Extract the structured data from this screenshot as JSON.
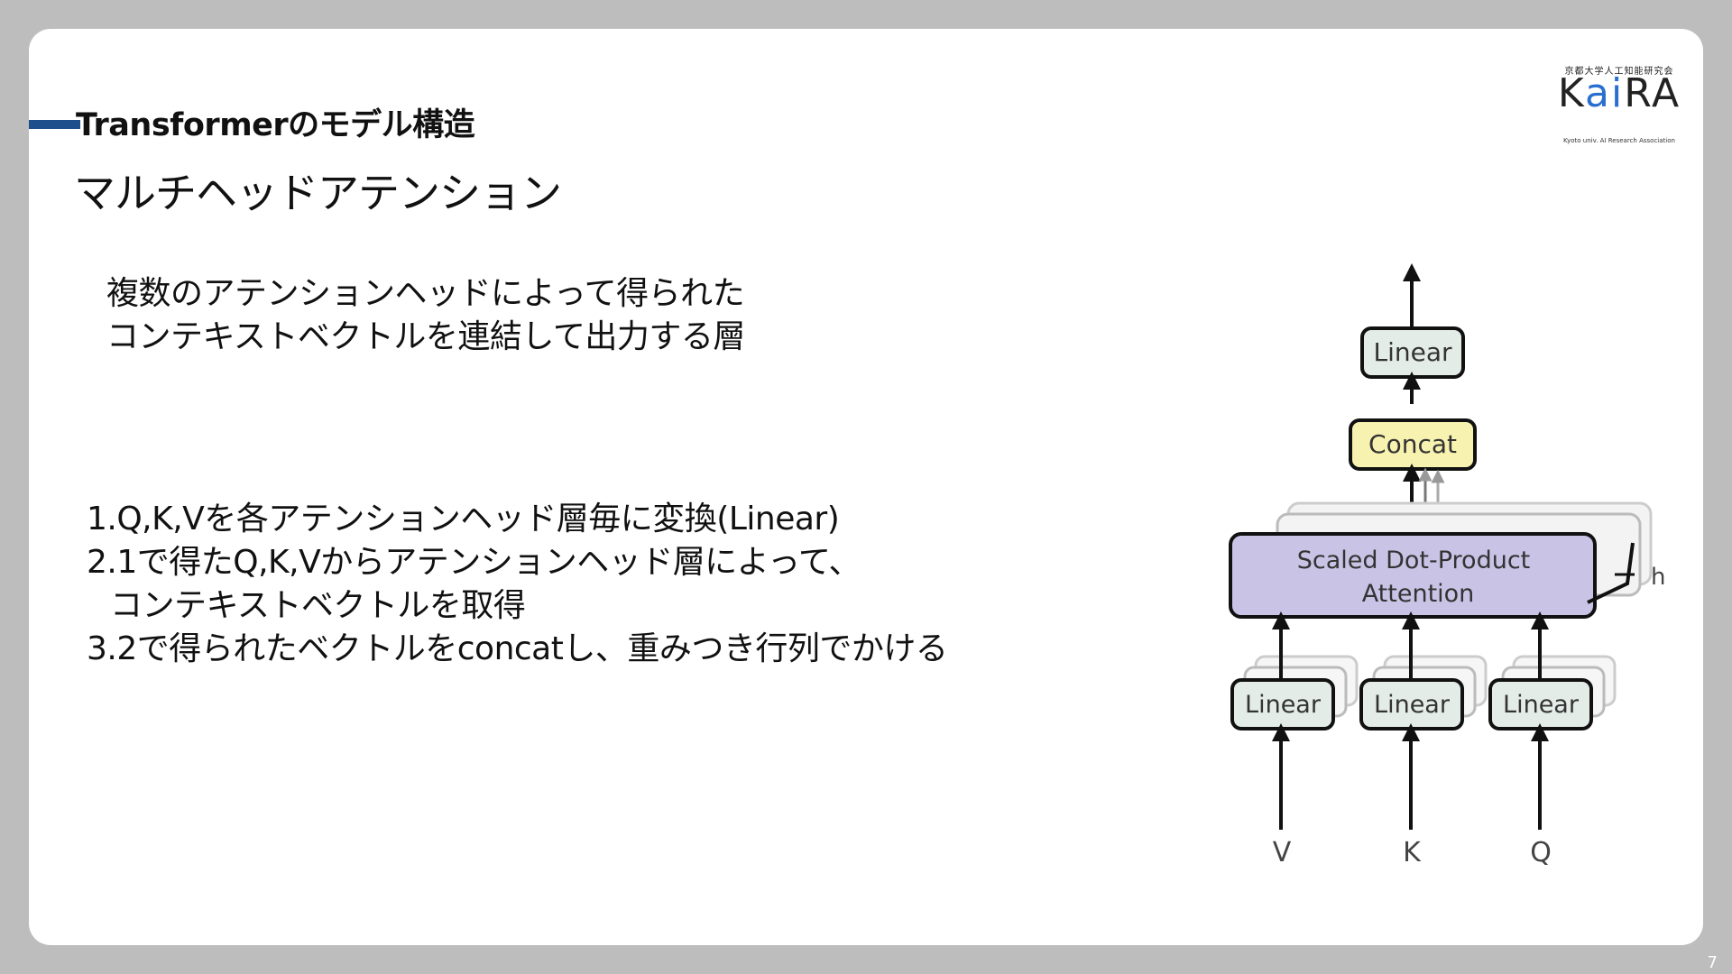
{
  "header": {
    "section_title": "Transformerのモデル構造",
    "slide_title": "マルチヘッドアテンション"
  },
  "logo": {
    "top_text": "京都大学人工知能研究会",
    "name_pre": "K",
    "name_ai": "ai",
    "name_post": "RA",
    "sub_text": "Kyoto univ. AI Research Association"
  },
  "description": {
    "lines": [
      "複数のアテンションヘッドによって得られた",
      "コンテキストベクトルを連結して出力する層"
    ]
  },
  "steps": [
    "1.Q,K,Vを各アテンションヘッド層毎に変換(Linear)",
    "2.1で得たQ,K,Vからアテンションヘッド層によって、",
    "コンテキストベクトルを取得",
    "3.2で得られたベクトルをconcatし、重みつき行列でかける"
  ],
  "diagram": {
    "top_linear": "Linear",
    "concat": "Concat",
    "attention_line1": "Scaled Dot-Product",
    "attention_line2": "Attention",
    "head_label": "h",
    "input_linears": [
      "Linear",
      "Linear",
      "Linear"
    ],
    "inputs": [
      "V",
      "K",
      "Q"
    ],
    "colors": {
      "linear_fill": "#e4ece8",
      "concat_fill": "#f8f2b0",
      "attention_fill": "#c9c3e6"
    }
  },
  "page_number": "7"
}
